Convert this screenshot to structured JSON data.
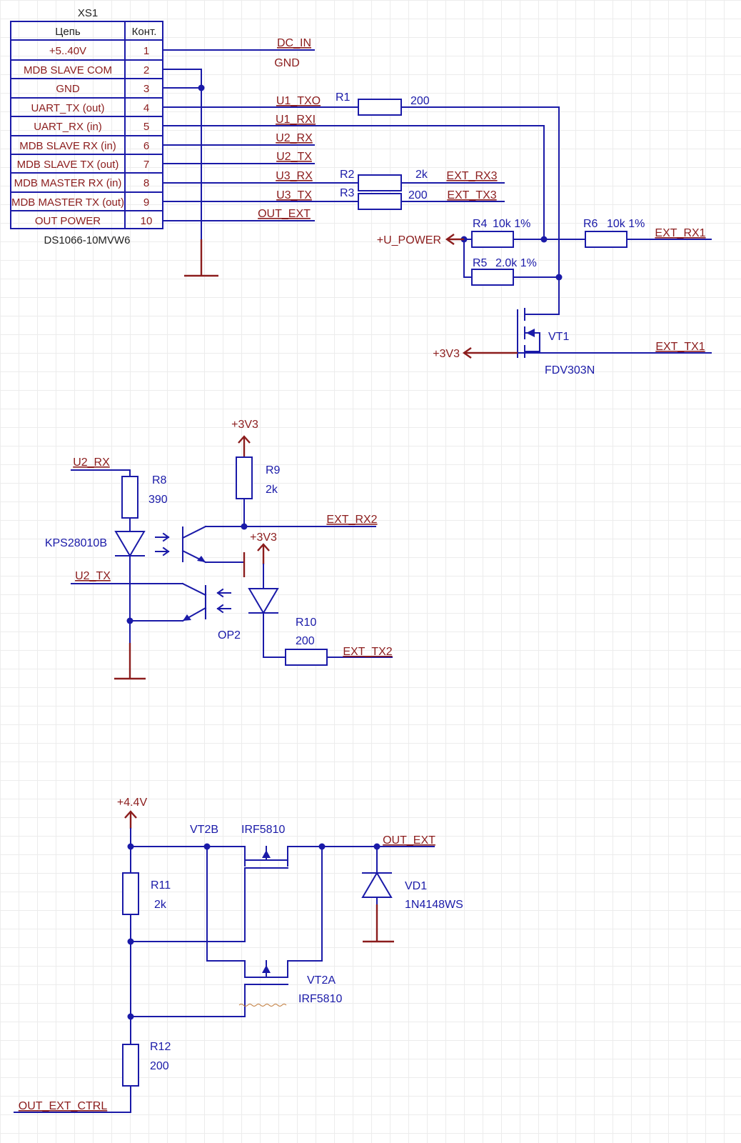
{
  "connector": {
    "designator": "XS1",
    "part": "DS1066-10MVW6",
    "headers": [
      "Цепь",
      "Конт."
    ],
    "rows": [
      {
        "net": "+5..40V",
        "pin": "1"
      },
      {
        "net": "MDB SLAVE COM",
        "pin": "2"
      },
      {
        "net": "GND",
        "pin": "3"
      },
      {
        "net": "UART_TX (out)",
        "pin": "4"
      },
      {
        "net": "UART_RX (in)",
        "pin": "5"
      },
      {
        "net": "MDB SLAVE RX (in)",
        "pin": "6"
      },
      {
        "net": "MDB SLAVE TX (out)",
        "pin": "7"
      },
      {
        "net": "MDB MASTER RX (in)",
        "pin": "8"
      },
      {
        "net": "MDB MASTER TX (out)",
        "pin": "9"
      },
      {
        "net": "OUT POWER",
        "pin": "10"
      }
    ]
  },
  "nets": {
    "dc_in": "DC_IN",
    "gnd": "GND",
    "u1_txo": "U1_TXO",
    "u1_rxi": "U1_RXI",
    "u2_rx": "U2_RX",
    "u2_tx": "U2_TX",
    "u3_rx": "U3_RX",
    "u3_tx": "U3_TX",
    "out_ext": "OUT_EXT",
    "ext_rx1": "EXT_RX1",
    "ext_tx1": "EXT_TX1",
    "ext_rx3": "EXT_RX3",
    "ext_tx3": "EXT_TX3",
    "ext_rx2": "EXT_RX2",
    "ext_tx2": "EXT_TX2",
    "out_ext_ctrl": "OUT_EXT_CTRL"
  },
  "power": {
    "u_power": "+U_POWER",
    "v3v3": "+3V3",
    "v4v4": "+4.4V"
  },
  "parts": {
    "r1": {
      "ref": "R1",
      "value": "200"
    },
    "r2": {
      "ref": "R2",
      "value": "2k"
    },
    "r3": {
      "ref": "R3",
      "value": "200"
    },
    "r4": {
      "ref": "R4",
      "value": "10k 1%"
    },
    "r5": {
      "ref": "R5",
      "value": "2.0k 1%"
    },
    "r6": {
      "ref": "R6",
      "value": "10k 1%"
    },
    "r8": {
      "ref": "R8",
      "value": "390"
    },
    "r9": {
      "ref": "R9",
      "value": "2k"
    },
    "r10": {
      "ref": "R10",
      "value": "200"
    },
    "r11": {
      "ref": "R11",
      "value": "2k"
    },
    "r12": {
      "ref": "R12",
      "value": "200"
    },
    "vt1": {
      "ref": "VT1",
      "value": "FDV303N"
    },
    "op1": {
      "value": "KPS28010B"
    },
    "op2": {
      "ref": "OP2"
    },
    "vt2b": {
      "ref": "VT2B",
      "value": "IRF5810"
    },
    "vt2a": {
      "ref": "VT2A",
      "value": "IRF5810"
    },
    "vd1": {
      "ref": "VD1",
      "value": "1N4148WS"
    }
  },
  "colors": {
    "wire": "#1a1aa8",
    "net_label": "#8b1c1c",
    "power_port": "#8b1c1c",
    "grid": "#ececec",
    "background": "#ffffff"
  }
}
